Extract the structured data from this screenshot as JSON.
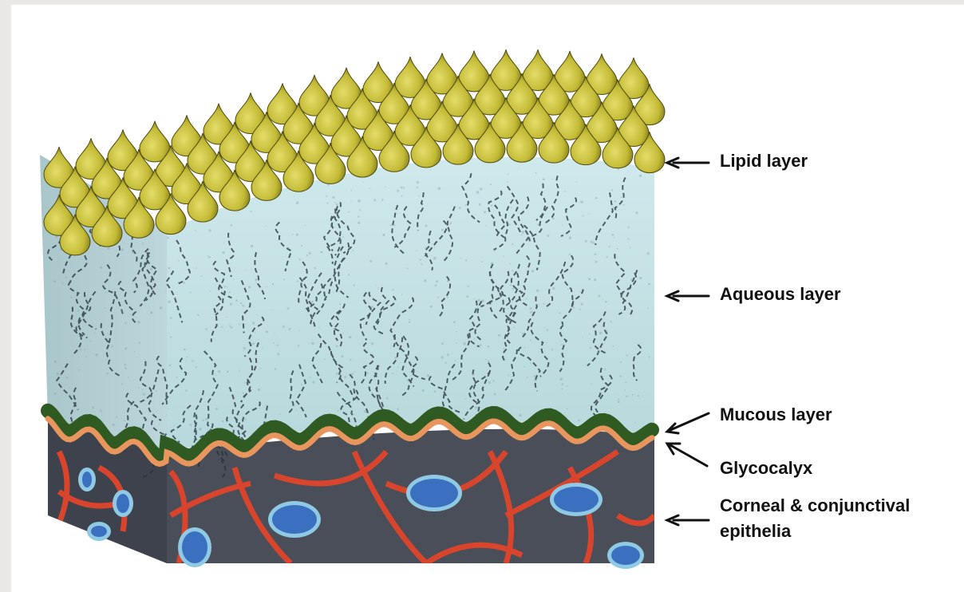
{
  "labels": {
    "lipid": "Lipid layer",
    "aqueous": "Aqueous layer",
    "mucous": "Mucous layer",
    "glycocalyx": "Glycocalyx",
    "epithelia_line1": "Corneal & conjunctival",
    "epithelia_line2": "epithelia"
  },
  "colors": {
    "lipid": "#c9c23a",
    "aqueous": "#c4e0e4",
    "mucous": "#2f5a22",
    "glycocalyx": "#e8965e",
    "epithelium": "#4a4e58",
    "cell_border": "#d9452c",
    "nucleus": "#3b6fc0"
  }
}
